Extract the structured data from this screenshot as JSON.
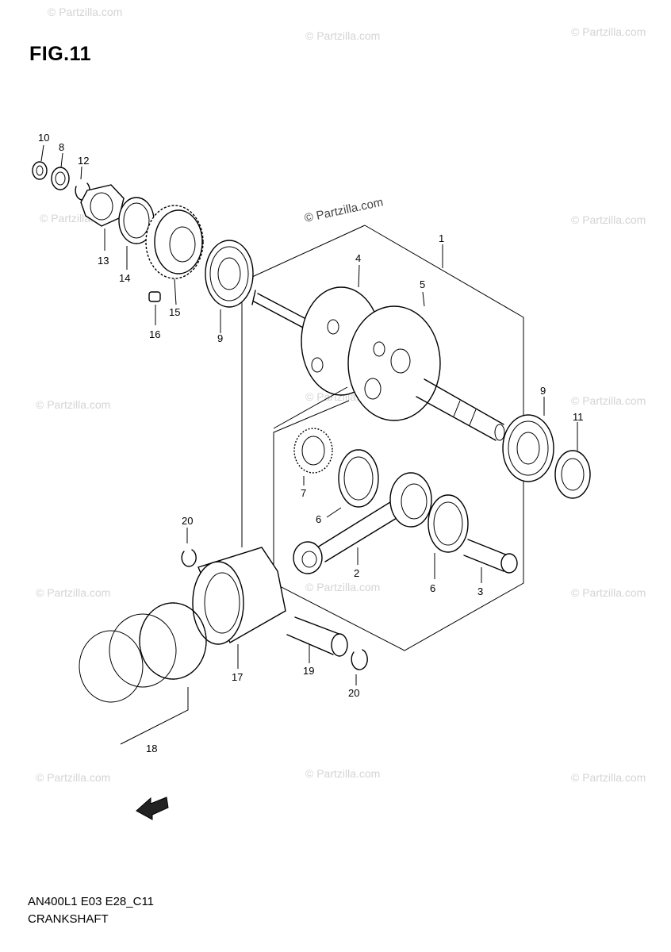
{
  "figure": {
    "title": "FIG.11"
  },
  "footer": {
    "code": "AN400L1 E03 E28_C11",
    "caption": "CRANKSHAFT"
  },
  "watermark": {
    "text": "© Partzilla.com"
  },
  "callouts": {
    "c1": "1",
    "c2": "2",
    "c3": "3",
    "c4": "4",
    "c5": "5",
    "c6a": "6",
    "c6b": "6",
    "c7": "7",
    "c8": "8",
    "c9a": "9",
    "c9b": "9",
    "c10": "10",
    "c11": "11",
    "c12": "12",
    "c13": "13",
    "c14": "14",
    "c15": "15",
    "c16": "16",
    "c17": "17",
    "c18": "18",
    "c19": "19",
    "c20a": "20",
    "c20b": "20"
  }
}
